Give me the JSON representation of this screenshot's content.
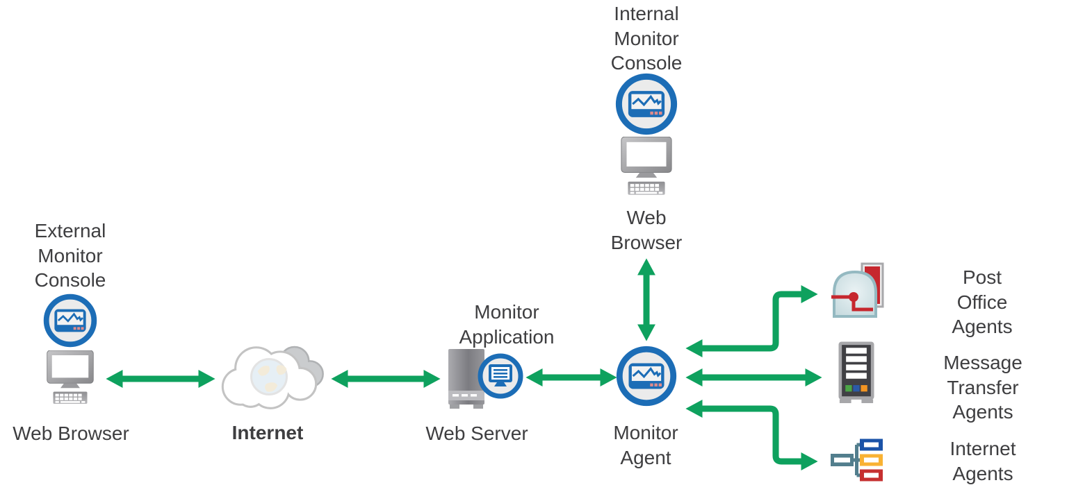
{
  "labels": {
    "internal_console": "Internal\nMonitor\nConsole",
    "internal_browser": "Web\nBrowser",
    "external_console": "External\nMonitor\nConsole",
    "external_browser": "Web Browser",
    "internet": "Internet",
    "monitor_application": "Monitor\nApplication",
    "web_server": "Web Server",
    "monitor_agent": "Monitor\nAgent",
    "post_office_agents": "Post Office\nAgents",
    "message_transfer_agents": "Message Transfer\nAgents",
    "internet_agents": "Internet\nAgents"
  },
  "icons": {
    "monitor-console-icon": "blue ring circle containing a screen with line chart",
    "computer-icon": "gray desktop monitor with keyboard",
    "internet-cloud-icon": "white cloud with gray back cloud and faded globe",
    "web-server-tower-icon": "gray server tower",
    "monitor-application-icon": "blue ring circle containing document screen",
    "mailbox-icon": "domed post-office mailbox with red flag and handle",
    "mta-server-icon": "dark server tower with green, blue, orange status squares",
    "internet-agents-icon": "teal network tree linking blue, yellow and red nodes"
  },
  "colors": {
    "arrow_green": "#0EA15E",
    "console_blue": "#1C6DB6",
    "text_gray": "#3E3E40",
    "mailbox_red": "#C6272E",
    "mta_green": "#4BA546",
    "mta_blue": "#2B5AA7",
    "mta_orange": "#F29422",
    "agents_teal": "#527E8D",
    "agents_blue": "#1B53A8",
    "agents_yellow": "#F9B233",
    "agents_red": "#C63030"
  },
  "connections": [
    {
      "from": "External Web Browser",
      "to": "Internet",
      "style": "bidirectional"
    },
    {
      "from": "Internet",
      "to": "Web Server",
      "style": "bidirectional"
    },
    {
      "from": "Web Server",
      "to": "Monitor Agent",
      "style": "bidirectional"
    },
    {
      "from": "Internal Web Browser",
      "to": "Monitor Agent",
      "style": "bidirectional"
    },
    {
      "from": "Monitor Agent",
      "to": "Post Office Agents",
      "style": "bidirectional elbow"
    },
    {
      "from": "Monitor Agent",
      "to": "Message Transfer Agents",
      "style": "bidirectional"
    },
    {
      "from": "Monitor Agent",
      "to": "Internet Agents",
      "style": "bidirectional elbow"
    }
  ]
}
